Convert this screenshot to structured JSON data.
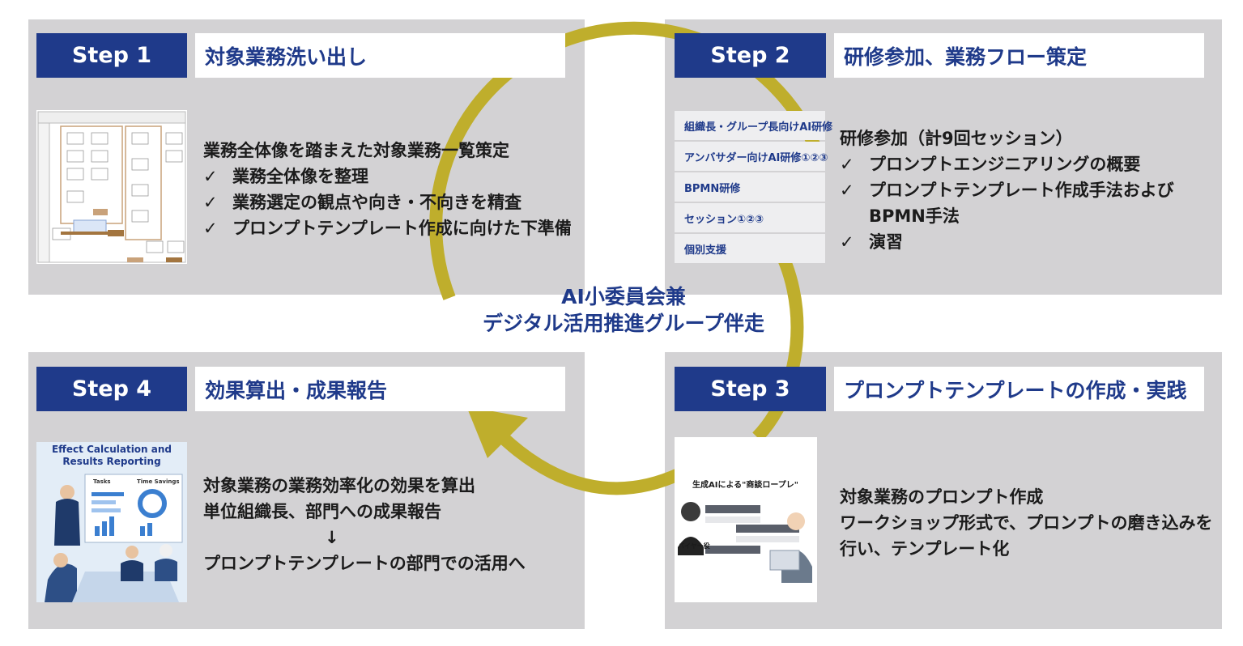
{
  "steps": [
    {
      "badge": "Step 1",
      "title": "対象業務洗い出し",
      "heading": "業務全体像を踏まえた対象業務一覧策定",
      "bullets": [
        "業務全体像を整理",
        "業務選定の観点や向き・不向きを精査",
        "プロンプトテンプレート作成に向けた下準備"
      ]
    },
    {
      "badge": "Step 2",
      "title": "研修参加、業務フロー策定",
      "heading": "研修参加（計9回セッション）",
      "bullets": [
        "プロンプトエンジニアリングの概要",
        "プロンプトテンプレート作成手法および",
        "演習"
      ],
      "bullet_continuation": "BPMN手法",
      "menu": [
        "組織長・グループ長向けAI研修",
        "アンバサダー向けAI研修①②③",
        "BPMN研修",
        "セッション①②③",
        "個別支援"
      ]
    },
    {
      "badge": "Step 3",
      "title": "プロンプトテンプレートの作成・実践",
      "lines": [
        "対象業務のプロンプト作成",
        "ワークショップ形式で、プロンプトの磨き込みを",
        "行い、テンプレート化"
      ],
      "image_title": "生成AIによる\"商談ロープレ\"",
      "image_caption": "バイヤー役"
    },
    {
      "badge": "Step 4",
      "title": "効果算出・成果報告",
      "lines": [
        "対象業務の業務効率化の効果を算出",
        "単位組織長、部門への成果報告"
      ],
      "arrow": "↓",
      "conclusion": "プロンプトテンプレートの部門での活用へ",
      "image_title": "Effect Calculation and Results Reporting",
      "image_labels": [
        "Tasks",
        "Time Savings"
      ]
    }
  ],
  "check_symbol": "✓",
  "center": {
    "line1": "AI小委員会兼",
    "line2": "デジタル活用推進グループ伴走"
  },
  "colors": {
    "navy": "#1f3a8a",
    "panel_gray": "#d3d2d4",
    "cycle_olive": "#bfae2c"
  }
}
